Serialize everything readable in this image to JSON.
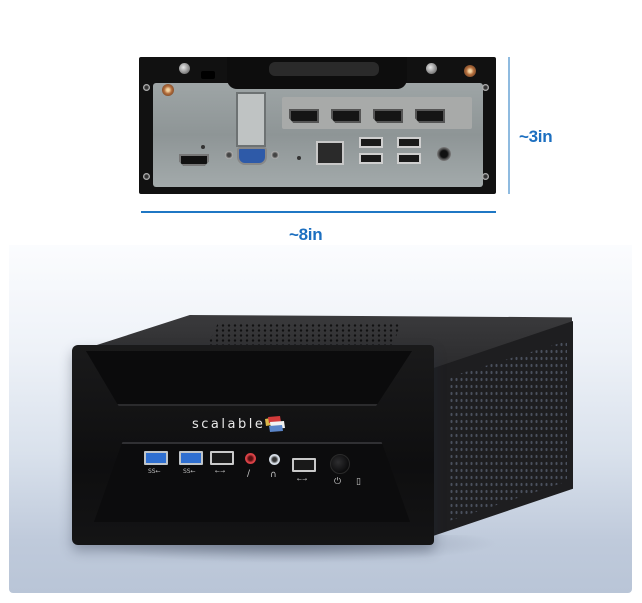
{
  "dimensions": {
    "height_label": "~3in",
    "width_label": "~8in",
    "line_color": "#1f77c4",
    "label_color": "#1c6fc0"
  },
  "back_panel_image": {
    "alt": "Rear I/O panel of mini PC",
    "ports": [
      "antenna",
      "antenna",
      "displayport",
      "displayport",
      "displayport",
      "displayport",
      "hdmi",
      "vga",
      "rj45-ethernet",
      "usb-a",
      "usb-a",
      "usb-a",
      "usb-a",
      "audio-jack"
    ]
  },
  "product_image": {
    "alt": "Scalable mini PC front view",
    "brand_text": "scalable",
    "front_ports": [
      {
        "type": "usb3",
        "label": "SS←"
      },
      {
        "type": "usb3",
        "label": "SS←"
      },
      {
        "type": "usb2",
        "label": "←→"
      },
      {
        "type": "mic",
        "label": "∕"
      },
      {
        "type": "headphone",
        "label": "∩"
      },
      {
        "type": "usb2",
        "label": "←→"
      }
    ],
    "power_icon": "⏻",
    "hdd_icon": "▯",
    "background_gradient": [
      "#fbfcfe",
      "#b9c5d7"
    ]
  }
}
